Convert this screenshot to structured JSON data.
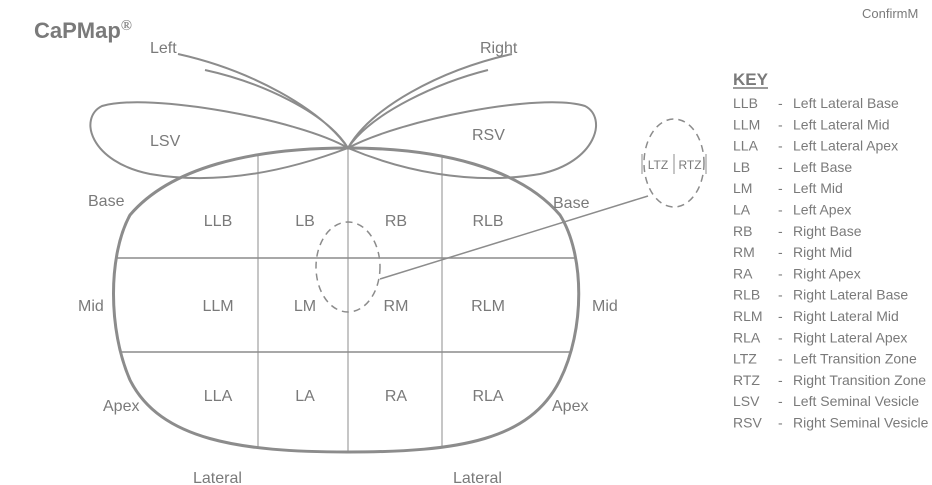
{
  "brand": {
    "name": "CaPMap",
    "mark": "®"
  },
  "header_right": "ConfirmM",
  "labels": {
    "left": "Left",
    "right": "Right",
    "lsv": "LSV",
    "rsv": "RSV",
    "base_left": "Base",
    "base_right": "Base",
    "mid_left": "Mid",
    "mid_right": "Mid",
    "apex_left": "Apex",
    "apex_right": "Apex",
    "lateral_left": "Lateral",
    "lateral_right": "Lateral",
    "ltz": "LTZ",
    "rtz": "RTZ"
  },
  "zones": {
    "row_base": [
      "LLB",
      "LB",
      "RB",
      "RLB"
    ],
    "row_mid": [
      "LLM",
      "LM",
      "RM",
      "RLM"
    ],
    "row_apex": [
      "LLA",
      "LA",
      "RA",
      "RLA"
    ]
  },
  "key": {
    "title": "KEY",
    "items": [
      {
        "code": "LLB",
        "desc": "Left Lateral Base"
      },
      {
        "code": "LLM",
        "desc": "Left Lateral Mid"
      },
      {
        "code": "LLA",
        "desc": "Left Lateral Apex"
      },
      {
        "code": "LB",
        "desc": "Left Base"
      },
      {
        "code": "LM",
        "desc": "Left Mid"
      },
      {
        "code": "LA",
        "desc": "Left Apex"
      },
      {
        "code": "RB",
        "desc": "Right Base"
      },
      {
        "code": "RM",
        "desc": "Right Mid"
      },
      {
        "code": "RA",
        "desc": "Right Apex"
      },
      {
        "code": "RLB",
        "desc": "Right Lateral Base"
      },
      {
        "code": "RLM",
        "desc": "Right Lateral Mid"
      },
      {
        "code": "RLA",
        "desc": "Right Lateral Apex"
      },
      {
        "code": "LTZ",
        "desc": "Left Transition Zone"
      },
      {
        "code": "RTZ",
        "desc": "Right Transition Zone"
      },
      {
        "code": "LSV",
        "desc": "Left Seminal Vesicle"
      },
      {
        "code": "RSV",
        "desc": "Right Seminal Vesicle"
      }
    ]
  },
  "colors": {
    "line": "#8c8c8c",
    "text": "#7a7a7a",
    "background": "#ffffff"
  }
}
